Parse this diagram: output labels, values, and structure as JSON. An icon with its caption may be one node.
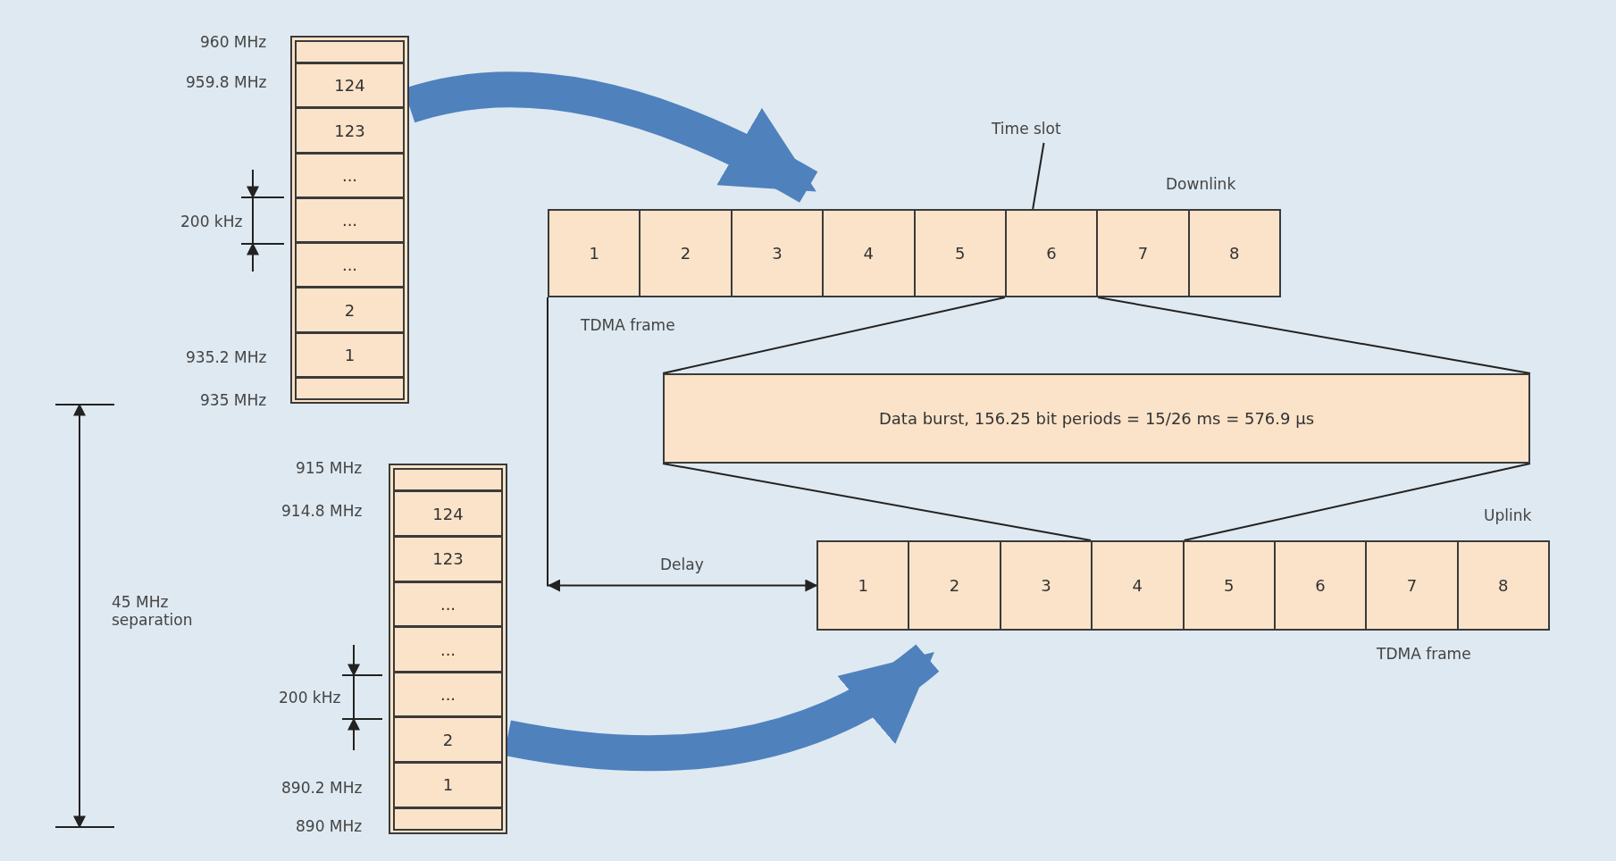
{
  "diagram": {
    "nodes": [
      {
        "text": [],
        "shape": "box"
      },
      {
        "text": [],
        "shape": "box",
        "in": 0
      },
      {
        "text": [
          "124"
        ],
        "in": 0
      },
      {
        "text": [
          "123"
        ],
        "in": 0
      },
      {
        "text": [
          "..."
        ],
        "in": 0
      },
      {
        "text": [
          "..."
        ],
        "in": 0
      },
      {
        "text": [
          "..."
        ],
        "in": 0
      },
      {
        "text": [
          "2"
        ],
        "in": 0
      },
      {
        "text": [
          "1"
        ],
        "in": 0
      },
      {
        "text": [],
        "shape": "box",
        "in": 0
      },
      {
        "text": [],
        "shape": "box"
      },
      {
        "text": [],
        "shape": "box",
        "in": 10
      },
      {
        "text": [
          "124"
        ],
        "in": 10
      },
      {
        "text": [
          "123"
        ],
        "in": 10
      },
      {
        "text": [
          "..."
        ],
        "in": 10
      },
      {
        "text": [
          "..."
        ],
        "in": 10
      },
      {
        "text": [
          "..."
        ],
        "in": 10
      },
      {
        "text": [
          "2"
        ],
        "in": 10
      },
      {
        "text": [
          "1"
        ],
        "in": 10
      },
      {
        "text": [],
        "shape": "box",
        "in": 10
      },
      {
        "text": [
          "Time slot"
        ]
      },
      {
        "text": [
          "Downlink"
        ],
        "beside": [
          "TDMA frame"
        ]
      },
      {
        "text": [
          "1"
        ],
        "in": 21
      },
      {
        "text": [
          "2"
        ],
        "in": 21
      },
      {
        "text": [
          "3"
        ],
        "in": 21
      },
      {
        "text": [
          "4"
        ],
        "in": 21
      },
      {
        "text": [
          "5"
        ],
        "in": 21
      },
      {
        "text": [
          "6"
        ],
        "in": 21
      },
      {
        "text": [
          "7"
        ],
        "in": 21
      },
      {
        "text": [
          "8"
        ],
        "in": 21
      },
      {
        "text": [
          "Data burst, 156.25 bit periods = 15/26 ms = 576.9 µs"
        ]
      },
      {
        "text": [
          "Uplink"
        ],
        "beside": [
          "TDMA frame"
        ]
      },
      {
        "text": [
          "1"
        ],
        "in": 31
      },
      {
        "text": [
          "2"
        ],
        "in": 31
      },
      {
        "text": [
          "3"
        ],
        "in": 31
      },
      {
        "text": [
          "4"
        ],
        "in": 31
      },
      {
        "text": [
          "5"
        ],
        "in": 31
      },
      {
        "text": [
          "6"
        ],
        "in": 31
      },
      {
        "text": [
          "7"
        ],
        "in": 31
      },
      {
        "text": [
          "8"
        ],
        "in": 31
      }
    ],
    "edges": [
      {
        "from": 0,
        "to": 21,
        "arrow": "to",
        "style": "thick",
        "color": "#4f81bd"
      },
      {
        "from": 10,
        "to": 31,
        "arrow": "to",
        "style": "thick",
        "color": "#4f81bd"
      },
      {
        "from": 20,
        "to": 27,
        "arrow": "none"
      },
      {
        "from": 27,
        "to": 30,
        "arrow": "none"
      },
      {
        "from": 27,
        "to": 30,
        "arrow": "none"
      },
      {
        "from": 30,
        "to": 35,
        "arrow": "none"
      },
      {
        "from": 30,
        "to": 35,
        "arrow": "none"
      },
      {
        "from": 22,
        "to": 32,
        "arrow": "to",
        "label": "Delay"
      }
    ],
    "labels": [
      "960 MHz",
      "959.8 MHz",
      "200 kHz",
      "935.2 MHz",
      "935 MHz",
      "915 MHz",
      "914.8 MHz",
      "45 MHz separation",
      "200 kHz",
      "890.2 MHz",
      "890 MHz"
    ]
  }
}
